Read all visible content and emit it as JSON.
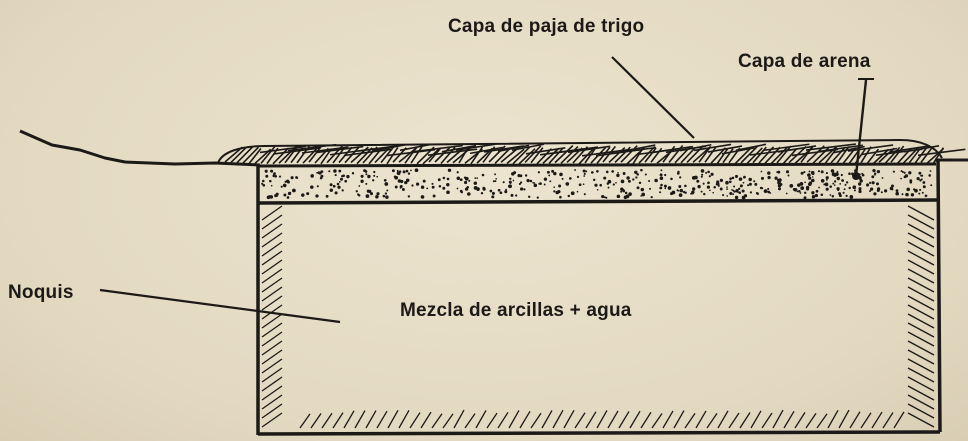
{
  "diagram": {
    "labels": {
      "straw_layer": "Capa de paja de trigo",
      "sand_layer": "Capa de arena",
      "pit": "Noquis",
      "mixture": "Mezcla de arcillas + agua"
    },
    "colors": {
      "paper": "#e8dfc9",
      "ink": "#1c1a17"
    }
  }
}
